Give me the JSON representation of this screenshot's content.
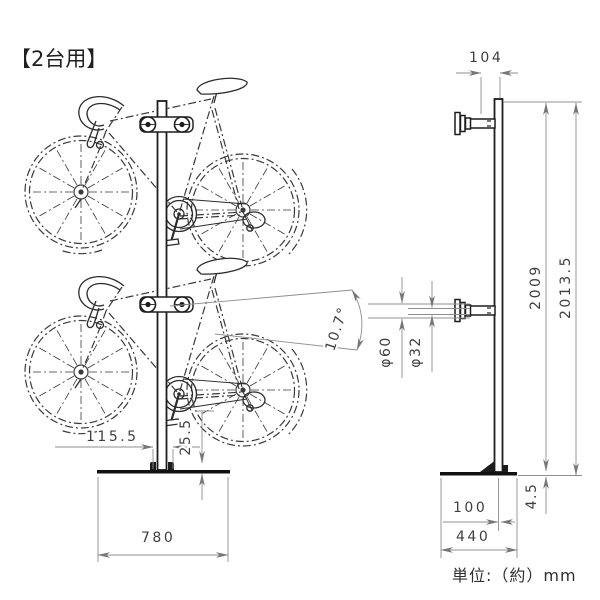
{
  "title": "【2台用】",
  "unit_note": "単位:（約）mm",
  "colors": {
    "background": "#ffffff",
    "drawing_line": "#3a3a3a",
    "stand_line": "#1d1d1d",
    "dimension_line": "#8f8f8f",
    "text": "#3f3f3f"
  },
  "views": {
    "front_view": "two road bikes mounted vertically on a single pole stand",
    "side_view": "pole profile with two mounting arms and base plate"
  },
  "dimensions": {
    "arm_offset_top": "104",
    "pole_height": "2009",
    "total_height": "2013.5",
    "arm_flange_dia": "φ60",
    "arm_pipe_dia": "φ32",
    "tilt_angle": "10.7°",
    "foot_width": "115.5",
    "pedal_clearance": "25.5",
    "front_base_width": "780",
    "base_post_offset": "100",
    "base_plate_thickness": "4.5",
    "side_base_depth": "440"
  }
}
